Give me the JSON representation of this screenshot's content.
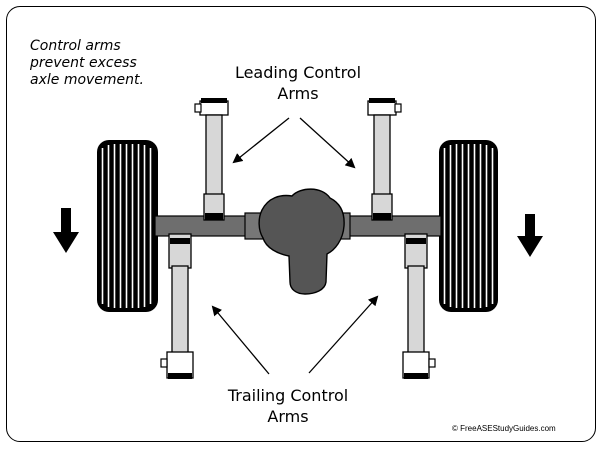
{
  "note": {
    "line1": "Control arms",
    "line2": "prevent excess",
    "line3": "axle movement."
  },
  "labels": {
    "leading_line1": "Leading Control",
    "leading_line2": "Arms",
    "trailing_line1": "Trailing Control",
    "trailing_line2": "Arms"
  },
  "credit": "© FreeASEStudyGuides.com",
  "colors": {
    "axle": "#6e6e6e",
    "differential": "#555555",
    "arm_fill": "#d7d7d7",
    "tire": "#000000",
    "outline": "#000000",
    "background": "#ffffff"
  },
  "icons": {
    "load_arrows": "down-arrow-icon",
    "pointer_arrows": "arrow-pointer-icon"
  }
}
